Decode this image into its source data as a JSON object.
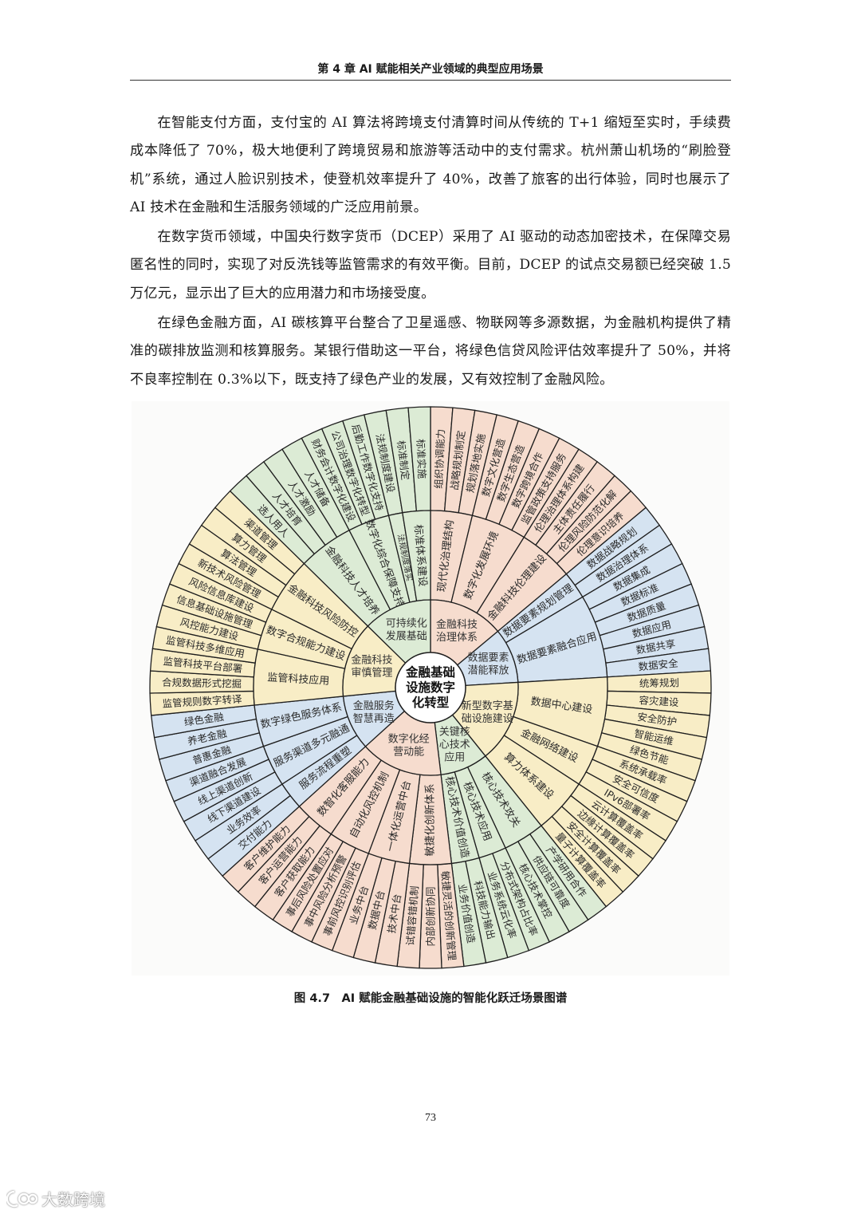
{
  "header": {
    "title": "第 4 章 AI 赋能相关产业领域的典型应用场景"
  },
  "paragraphs": [
    "在智能支付方面，支付宝的 AI 算法将跨境支付清算时间从传统的 T+1 缩短至实时，手续费成本降低了 70%，极大地便利了跨境贸易和旅游等活动中的支付需求。杭州萧山机场的“刷脸登机”系统，通过人脸识别技术，使登机效率提升了 40%，改善了旅客的出行体验，同时也展示了 AI 技术在金融和生活服务领域的广泛应用前景。",
    "在数字货币领域，中国央行数字货币（DCEP）采用了 AI 驱动的动态加密技术，在保障交易匿名性的同时，实现了对反洗钱等监管需求的有效平衡。目前，DCEP 的试点交易额已经突破 1.5 万亿元，显示出了巨大的应用潜力和市场接受度。",
    "在绿色金融方面，AI 碳核算平台整合了卫星遥感、物联网等多源数据，为金融机构提供了精准的碳排放监测和核算服务。某银行借助这一平台，将绿色信贷风险评估效率提升了 50%，并将不良率控制在 0.3%以下，既支持了绿色产业的发展，又有效控制了金融风险。"
  ],
  "diagram": {
    "center_lines": [
      "金融基础",
      "设施数字",
      "化转型"
    ],
    "sectors": [
      {
        "lines": [
          "金融科技",
          "治理体系"
        ],
        "color": "#f6dcce",
        "groups": [
          {
            "label": "现代化治理结构",
            "items": [
              "组织协调能力",
              "战略规划制定",
              "规划落地实施"
            ]
          },
          {
            "label": "数字化发展环境",
            "items": [
              "数字文化营造",
              "数字生态营造",
              "数字跨境合作",
              "监管政策支持服务"
            ]
          },
          {
            "label": "金融科技伦理建设",
            "items": [
              "伦理治理体系构建",
              "主体责任履行",
              "伦理风险防范化解",
              "伦理意识培养"
            ]
          }
        ]
      },
      {
        "lines": [
          "数据要素",
          "潜能释放"
        ],
        "color": "#d5e3f1",
        "groups": [
          {
            "label": "数据要素规划管理",
            "items": [
              "数据战略规划",
              "数据治理体系"
            ]
          },
          {
            "label": "数据要素融合应用",
            "items": [
              "数据集成",
              "数据标准",
              "数据质量",
              "数据应用",
              "数据共享",
              "数据安全"
            ]
          }
        ]
      },
      {
        "lines": [
          "新型数字基",
          "础设施建设"
        ],
        "color": "#f8edc6",
        "groups": [
          {
            "label": "数据中心建设",
            "items": [
              "统筹规划",
              "容灾建设",
              "安全防护",
              "智能运维",
              "绿色节能"
            ]
          },
          {
            "label": "金融网络建设",
            "items": [
              "系统承载率",
              "安全可信度",
              "IPv6部署率"
            ]
          },
          {
            "label": "算力体系建设",
            "items": [
              "云计算覆盖率",
              "边缘计算覆盖率",
              "安全计算覆盖率",
              "量子计算覆盖率"
            ]
          }
        ]
      },
      {
        "lines": [
          "关键核",
          "心技术",
          "应用"
        ],
        "color": "#dcebd5",
        "groups": [
          {
            "label": "核心技术攻关",
            "items": [
              "产学研用合作",
              "供应链可靠度",
              "核心技术掌控"
            ]
          },
          {
            "label": "核心技术应用",
            "items": [
              "分布式架构占比率",
              "业务系统云化率"
            ]
          },
          {
            "label": "核心技术价值创造",
            "items": [
              "科技能力输出",
              "业务价值创造"
            ]
          }
        ]
      },
      {
        "lines": [
          "数字化经",
          "营动能"
        ],
        "color": "#f6dcce",
        "groups": [
          {
            "label": "敏捷化创新体系",
            "items": [
              "敏捷灵活的创新管理",
              "内部创新协同",
              "试错容错机制"
            ]
          },
          {
            "label": "一体化运营中台",
            "items": [
              "技术中台",
              "数据中台",
              "业务中台"
            ]
          },
          {
            "label": "自动化风控机制",
            "items": [
              "事前风控识别评估",
              "事中风险分析预警",
              "事后风险处置应对"
            ]
          },
          {
            "label": "数智化客服能力",
            "items": [
              "客户获取能力",
              "客户运营能力",
              "客户维护能力"
            ]
          }
        ]
      },
      {
        "lines": [
          "金融服务",
          "智慧再造"
        ],
        "color": "#d5e3f1",
        "groups": [
          {
            "label": "服务流程重塑",
            "items": [
              "交付能力",
              "业务效率"
            ]
          },
          {
            "label": "服务渠道多元融通",
            "items": [
              "线下渠道建设",
              "线上渠道创新",
              "渠道融合发展"
            ]
          },
          {
            "label": "数字绿色服务体系",
            "items": [
              "普惠金融",
              "养老金融",
              "绿色金融"
            ]
          }
        ]
      },
      {
        "lines": [
          "金融科技",
          "审慎管理"
        ],
        "color": "#f8edc6",
        "groups": [
          {
            "label": "监管科技应用",
            "items": [
              "监管规则数字转译",
              "合规数据形式挖掘",
              "监管科技平台部署",
              "监管科技多维应用"
            ]
          },
          {
            "label": "数字合规能力建设",
            "items": [
              "风控能力建设",
              "信息基础设施管理",
              "风险信息库建设"
            ]
          },
          {
            "label": "金融科技风险防控",
            "items": [
              "新技术风险管理",
              "算法管理",
              "算力管理",
              "渠道管理"
            ]
          }
        ]
      },
      {
        "lines": [
          "可持续化",
          "发展基础"
        ],
        "color": "#dcebd5",
        "groups": [
          {
            "label": "金融科技人才培养",
            "items": [
              "选人用人",
              "人才培育",
              "人才激励",
              "人才储备"
            ]
          },
          {
            "label": "数字化综合保障支持",
            "items": [
              "财务会计数字化建设",
              "公司治理数字化转型",
              "后勤工作数字化支持"
            ]
          },
          {
            "label": "法规制度落实",
            "items": [
              "法规制度建设"
            ]
          },
          {
            "label": "标准体系建设",
            "items": [
              "标准制定",
              "标准实施"
            ]
          }
        ]
      }
    ]
  },
  "caption": "图 4.7　AI 赋能金融基础设施的智能化跃迁场景图谱",
  "page_number": "73",
  "watermark": {
    "text": "大数跨境"
  }
}
